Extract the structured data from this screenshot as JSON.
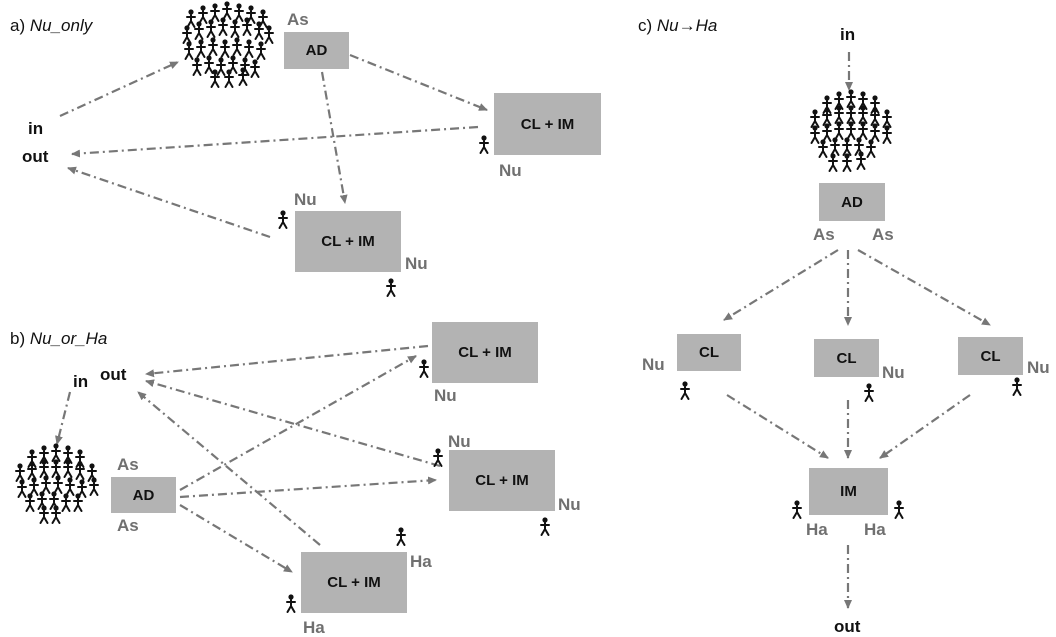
{
  "panels": {
    "a": {
      "prefix": "a) ",
      "name": "Nu_only"
    },
    "b": {
      "prefix": "b) ",
      "name": "Nu_or_Ha"
    },
    "c": {
      "prefix": "c) ",
      "name": "Nu→Ha"
    }
  },
  "words": {
    "in": "in",
    "out": "out",
    "nu": "Nu",
    "ha": "Ha",
    "as": "As"
  },
  "boxes": {
    "ad": "AD",
    "cl_im": "CL + IM",
    "cl": "CL",
    "im": "IM"
  },
  "colors": {
    "box": "#b3b3b3",
    "arrow": "#777777",
    "role_label": "#707070",
    "ink": "#111111"
  }
}
